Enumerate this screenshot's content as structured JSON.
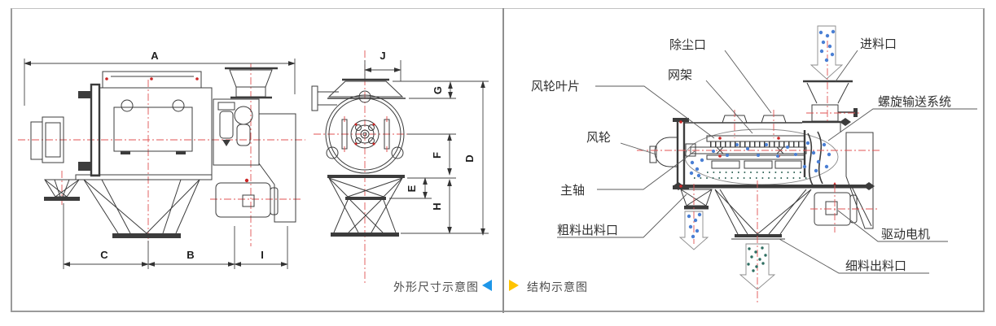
{
  "left_panel": {
    "caption": "外形尺寸示意图",
    "dims": {
      "a": "A",
      "b": "B",
      "c": "C",
      "d": "D",
      "e": "E",
      "f": "F",
      "g": "G",
      "h": "H",
      "i": "I",
      "j": "J"
    }
  },
  "right_panel": {
    "caption": "结构示意图",
    "labels": {
      "dust_port": "除尘口",
      "mesh_frame": "网架",
      "feed_inlet": "进料口",
      "impeller_blade": "风轮叶片",
      "screw_conveyor": "螺旋输送系统",
      "impeller": "风轮",
      "main_shaft": "主轴",
      "coarse_outlet": "粗料出料口",
      "drive_motor": "驱动电机",
      "fine_outlet": "细料出料口"
    }
  },
  "colors": {
    "line": "#3c3c3c",
    "centerline_red": "#e05353",
    "particle_blue": "#4a7fd4",
    "particle_teal": "#2f6f62",
    "caption_text": "#4d4d4d",
    "prev_arrow_blue": "#1e96e8",
    "next_arrow_yellow": "#ffc400",
    "frame_border": "#9a9a9a"
  }
}
